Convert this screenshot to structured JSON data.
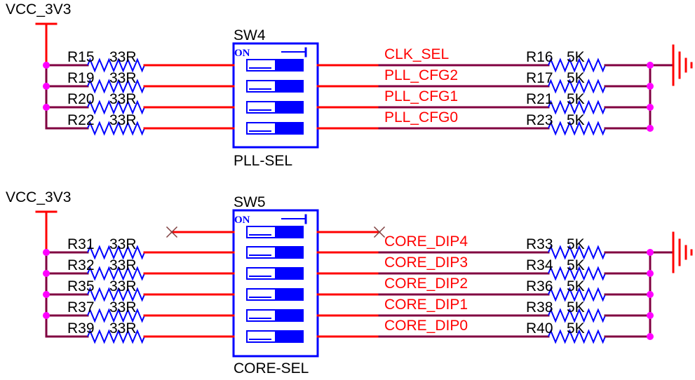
{
  "colors": {
    "wire": "#ff0000",
    "bus": "#800040",
    "resistor": "#0000ff",
    "switch": "#0000ff",
    "junction": "#ff00ff",
    "label": "#000000",
    "net_label": "#ff0000",
    "no_connect": "#804040"
  },
  "icons": {
    "power": "power-flag-icon",
    "ground": "ground-icon",
    "no_connect": "no-connect-icon",
    "junction": "junction-dot-icon"
  },
  "blocks": [
    {
      "power_label": "VCC_3V3",
      "switch": {
        "designator": "SW4",
        "value": "PLL-SEL",
        "on_label": "ON"
      },
      "channels": [
        {
          "pull_res": "R15",
          "pull_val": "33R",
          "net": "CLK_SEL",
          "down_res": "R16",
          "down_val": "5K",
          "nc": false
        },
        {
          "pull_res": "R19",
          "pull_val": "33R",
          "net": "PLL_CFG2",
          "down_res": "R17",
          "down_val": "5K",
          "nc": false
        },
        {
          "pull_res": "R20",
          "pull_val": "33R",
          "net": "PLL_CFG1",
          "down_res": "R21",
          "down_val": "5K",
          "nc": false
        },
        {
          "pull_res": "R22",
          "pull_val": "33R",
          "net": "PLL_CFG0",
          "down_res": "R23",
          "down_val": "5K",
          "nc": false
        }
      ]
    },
    {
      "power_label": "VCC_3V3",
      "switch": {
        "designator": "SW5",
        "value": "CORE-SEL",
        "on_label": "ON"
      },
      "channels": [
        {
          "nc": true
        },
        {
          "pull_res": "R31",
          "pull_val": "33R",
          "net": "CORE_DIP4",
          "down_res": "R33",
          "down_val": "5K",
          "nc": false
        },
        {
          "pull_res": "R32",
          "pull_val": "33R",
          "net": "CORE_DIP3",
          "down_res": "R34",
          "down_val": "5K",
          "nc": false
        },
        {
          "pull_res": "R35",
          "pull_val": "33R",
          "net": "CORE_DIP2",
          "down_res": "R36",
          "down_val": "5K",
          "nc": false
        },
        {
          "pull_res": "R37",
          "pull_val": "33R",
          "net": "CORE_DIP1",
          "down_res": "R38",
          "down_val": "5K",
          "nc": false
        },
        {
          "pull_res": "R39",
          "pull_val": "33R",
          "net": "CORE_DIP0",
          "down_res": "R40",
          "down_val": "5K",
          "nc": false
        }
      ]
    }
  ]
}
